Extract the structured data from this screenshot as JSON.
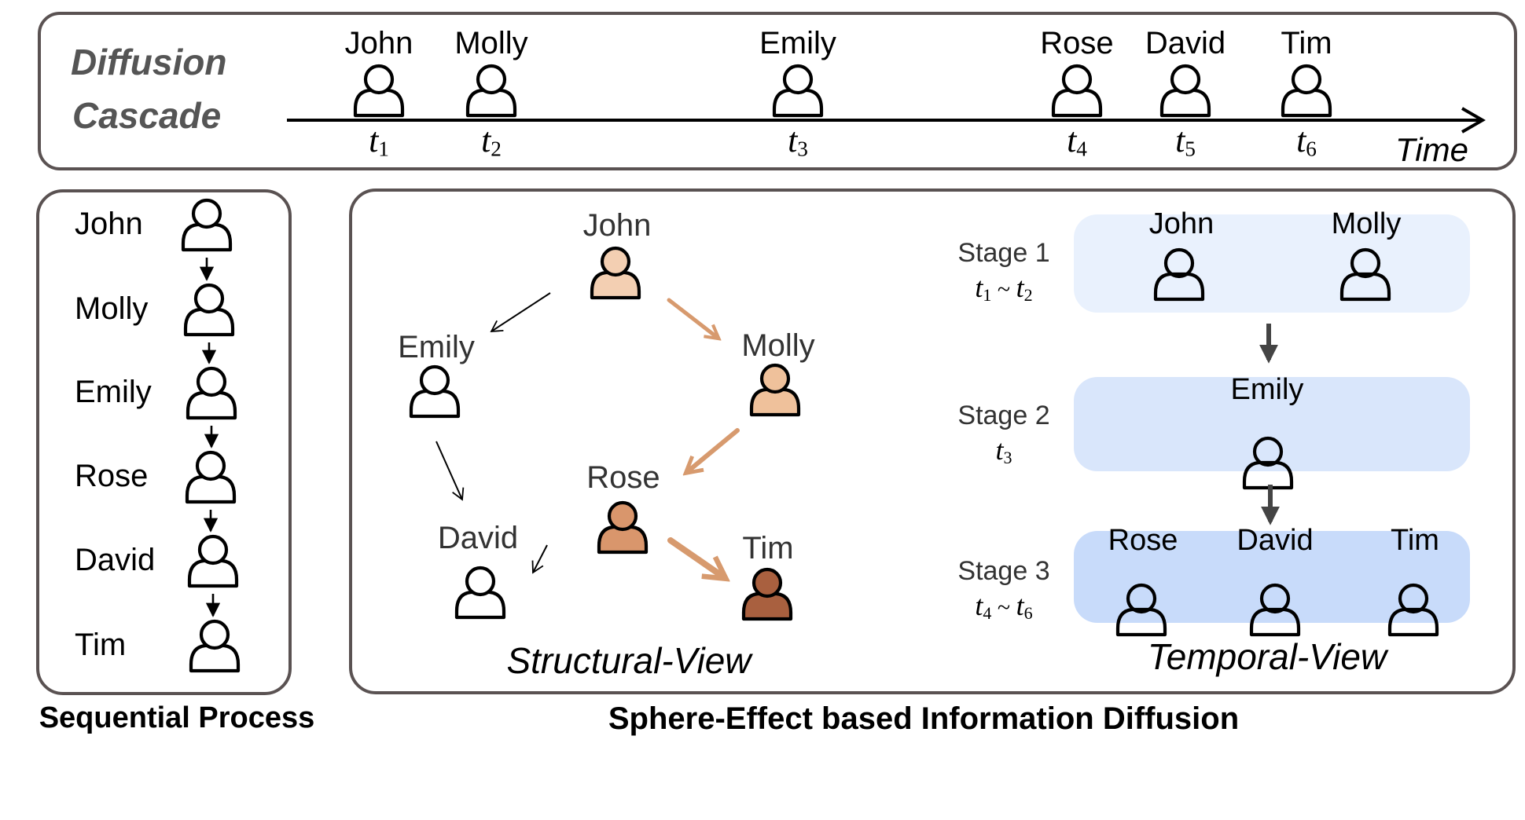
{
  "cascade": {
    "title_line1": "Diffusion",
    "title_line2": "Cascade",
    "axis_label": "Time",
    "users": [
      {
        "name": "John",
        "time": "t",
        "sub": "1"
      },
      {
        "name": "Molly",
        "time": "t",
        "sub": "2"
      },
      {
        "name": "Emily",
        "time": "t",
        "sub": "3"
      },
      {
        "name": "Rose",
        "time": "t",
        "sub": "4"
      },
      {
        "name": "David",
        "time": "t",
        "sub": "5"
      },
      {
        "name": "Tim",
        "time": "t",
        "sub": "6"
      }
    ]
  },
  "sequential": {
    "caption": "Sequential Process",
    "users": [
      "John",
      "Molly",
      "Emily",
      "Rose",
      "David",
      "Tim"
    ]
  },
  "sphere": {
    "caption": "Sphere-Effect based Information Diffusion",
    "structural": {
      "label": "Structural-View",
      "nodes": [
        {
          "name": "John",
          "color": "#f3cfb2"
        },
        {
          "name": "Emily",
          "color": "#ffffff"
        },
        {
          "name": "Molly",
          "color": "#efc19b"
        },
        {
          "name": "Rose",
          "color": "#d9966c"
        },
        {
          "name": "David",
          "color": "#ffffff"
        },
        {
          "name": "Tim",
          "color": "#a9603f"
        }
      ],
      "arrow_color": "#d79a6e"
    },
    "temporal": {
      "label": "Temporal-View",
      "stages": [
        {
          "label": "Stage 1",
          "range_a": "t",
          "sub_a": "1",
          "sep": "~",
          "range_b": "t",
          "sub_b": "2",
          "users": [
            "John",
            "Molly"
          ],
          "color": "#e9f1fd"
        },
        {
          "label": "Stage 2",
          "range_a": "t",
          "sub_a": "3",
          "sep": "",
          "range_b": "",
          "sub_b": "",
          "users": [
            "Emily"
          ],
          "color": "#d9e6fb"
        },
        {
          "label": "Stage 3",
          "range_a": "t",
          "sub_a": "4",
          "sep": "~",
          "range_b": "t",
          "sub_b": "6",
          "users": [
            "Rose",
            "David",
            "Tim"
          ],
          "color": "#c8dbfa"
        }
      ]
    }
  }
}
